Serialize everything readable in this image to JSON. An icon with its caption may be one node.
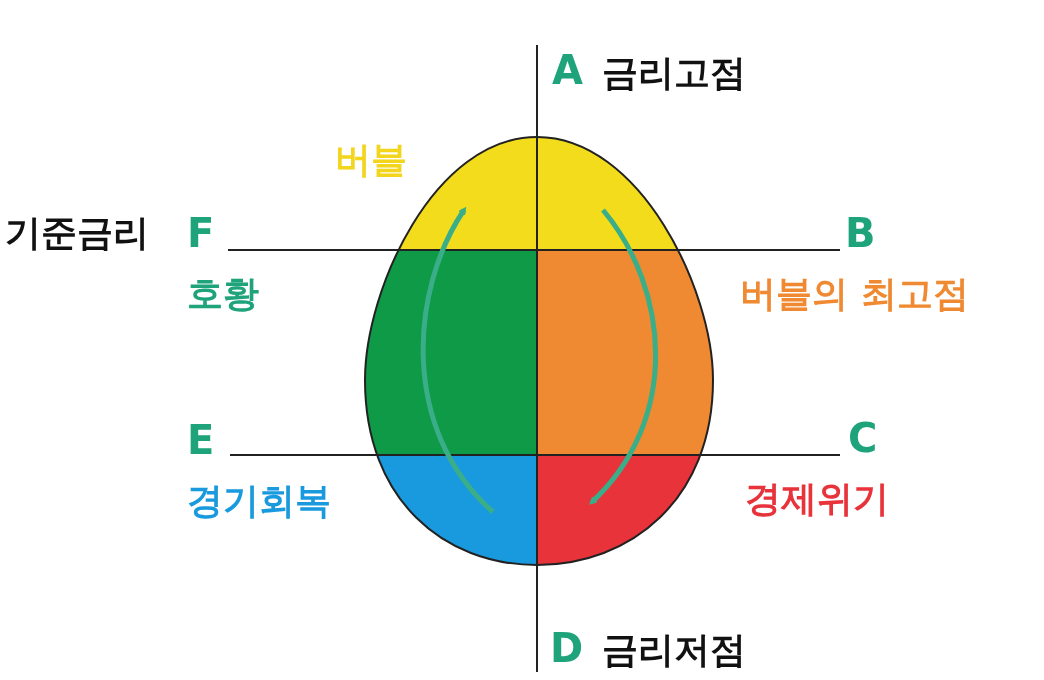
{
  "diagram": {
    "labels": [
      "A",
      "금리고점",
      "버블",
      "기준금리",
      "F",
      "B",
      "호황",
      "버블의 최고점",
      "E",
      "C",
      "경기회복",
      "경제위기",
      "D",
      "금리저점"
    ]
  }
}
